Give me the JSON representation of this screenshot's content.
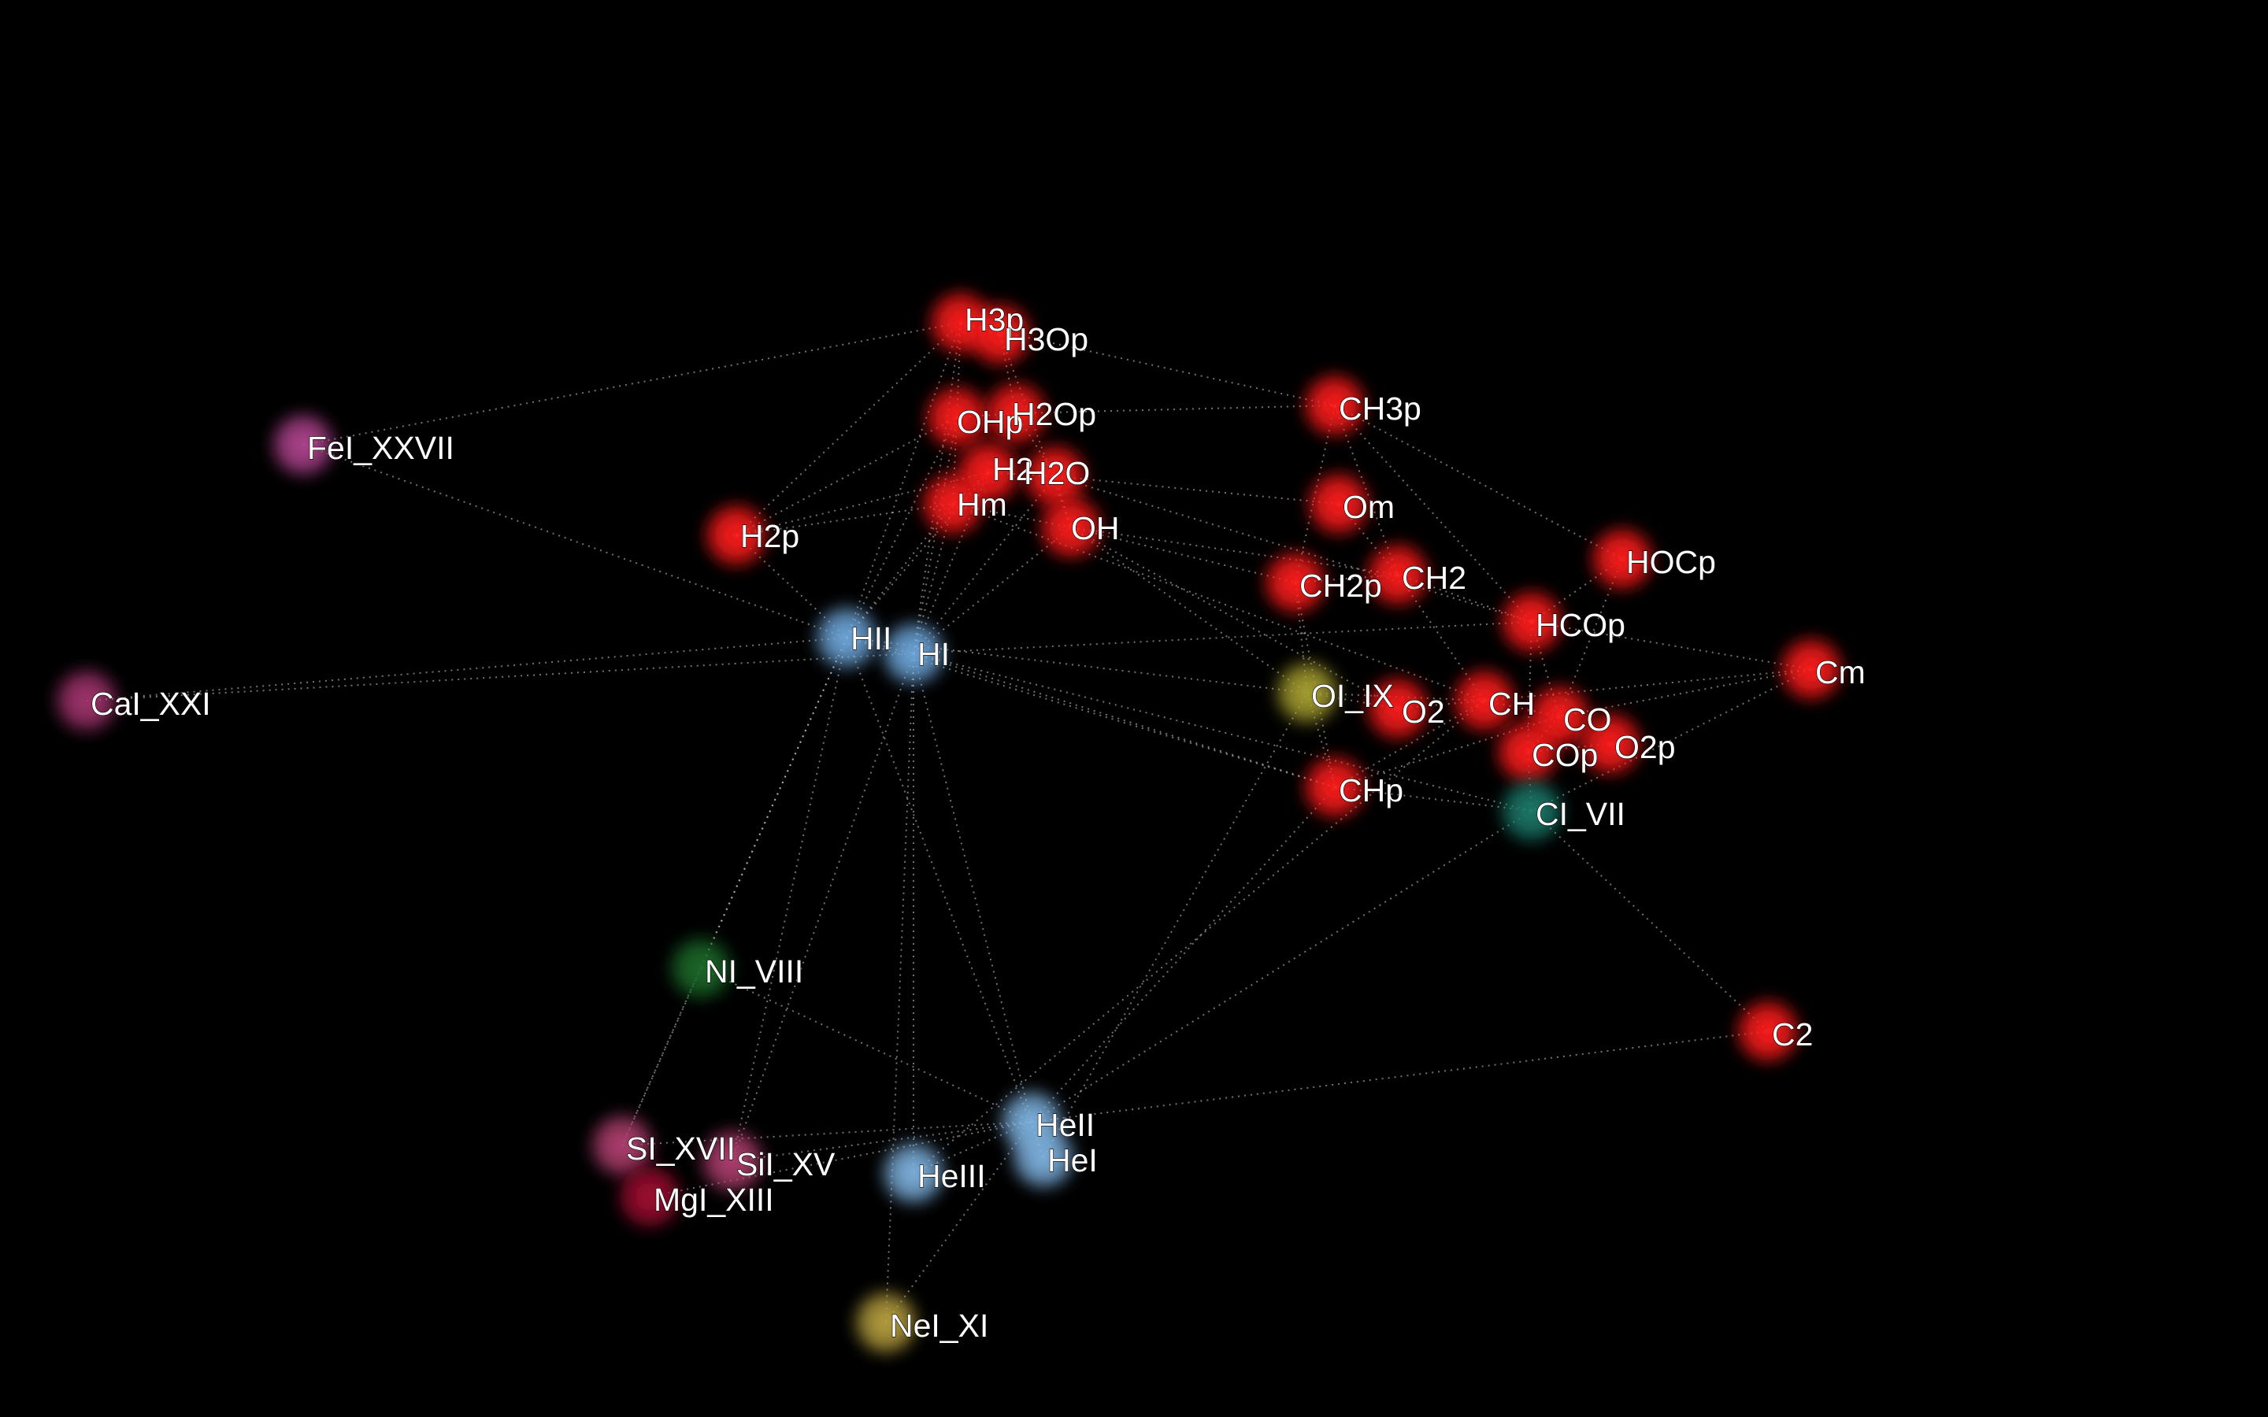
{
  "colors": {
    "background": "#000000",
    "molecule": "#ff1a1a",
    "hydrogen_ion": "#6fa8dc",
    "helium_ion": "#7fb3e0",
    "iron": "#b0448f",
    "calcium": "#a3366e",
    "silicon": "#b04070",
    "magnesium": "#a01030",
    "nitrogen": "#1a6b2a",
    "neon": "#b8a040",
    "oxygen_ion": "#a8a030",
    "carbon_ion": "#1a7a6a",
    "edge": "#ffffff"
  },
  "nodes": [
    {
      "id": "H3p",
      "label": "H3p",
      "group": "molecule"
    },
    {
      "id": "H3Op",
      "label": "H3Op",
      "group": "molecule"
    },
    {
      "id": "OHp",
      "label": "OHp",
      "group": "molecule"
    },
    {
      "id": "H2Op",
      "label": "H2Op",
      "group": "molecule"
    },
    {
      "id": "H2",
      "label": "H2",
      "group": "molecule"
    },
    {
      "id": "H2O",
      "label": "H2O",
      "group": "molecule"
    },
    {
      "id": "Hm",
      "label": "Hm",
      "group": "molecule"
    },
    {
      "id": "OH",
      "label": "OH",
      "group": "molecule"
    },
    {
      "id": "H2p",
      "label": "H2p",
      "group": "molecule"
    },
    {
      "id": "HII",
      "label": "HII",
      "group": "hydrogen_ion"
    },
    {
      "id": "HI",
      "label": "HI",
      "group": "hydrogen_ion"
    },
    {
      "id": "FeI_XXVII",
      "label": "FeI_XXVII",
      "group": "iron"
    },
    {
      "id": "CaI_XXI",
      "label": "CaI_XXI",
      "group": "calcium"
    },
    {
      "id": "CH3p",
      "label": "CH3p",
      "group": "molecule"
    },
    {
      "id": "Om",
      "label": "Om",
      "group": "molecule"
    },
    {
      "id": "CH2p",
      "label": "CH2p",
      "group": "molecule"
    },
    {
      "id": "CH2",
      "label": "CH2",
      "group": "molecule"
    },
    {
      "id": "HOCp",
      "label": "HOCp",
      "group": "molecule"
    },
    {
      "id": "HCOp",
      "label": "HCOp",
      "group": "molecule"
    },
    {
      "id": "Cm",
      "label": "Cm",
      "group": "molecule"
    },
    {
      "id": "OI_IX",
      "label": "OI_IX",
      "group": "oxygen_ion"
    },
    {
      "id": "O2",
      "label": "O2",
      "group": "molecule"
    },
    {
      "id": "CH",
      "label": "CH",
      "group": "molecule"
    },
    {
      "id": "CO",
      "label": "CO",
      "group": "molecule"
    },
    {
      "id": "COp",
      "label": "COp",
      "group": "molecule"
    },
    {
      "id": "O2p",
      "label": "O2p",
      "group": "molecule"
    },
    {
      "id": "CHp",
      "label": "CHp",
      "group": "molecule"
    },
    {
      "id": "CI_VII",
      "label": "CI_VII",
      "group": "carbon_ion"
    },
    {
      "id": "NI_VIII",
      "label": "NI_VIII",
      "group": "nitrogen"
    },
    {
      "id": "C2",
      "label": "C2",
      "group": "molecule"
    },
    {
      "id": "SI_XVII",
      "label": "SI_XVII",
      "group": "silicon"
    },
    {
      "id": "SiI_XV",
      "label": "SiI_XV",
      "group": "silicon"
    },
    {
      "id": "MgI_XIII",
      "label": "MgI_XIII",
      "group": "magnesium"
    },
    {
      "id": "HeII",
      "label": "HeII",
      "group": "helium_ion"
    },
    {
      "id": "HeI",
      "label": "HeI",
      "group": "helium_ion"
    },
    {
      "id": "HeIII",
      "label": "HeIII",
      "group": "helium_ion"
    },
    {
      "id": "NeI_XI",
      "label": "NeI_XI",
      "group": "neon"
    }
  ],
  "edges": [
    [
      "FeI_XXVII",
      "H3p"
    ],
    [
      "FeI_XXVII",
      "HII"
    ],
    [
      "CaI_XXI",
      "HII"
    ],
    [
      "CaI_XXI",
      "HI"
    ],
    [
      "H2p",
      "H3p"
    ],
    [
      "H2p",
      "OHp"
    ],
    [
      "H2p",
      "Hm"
    ],
    [
      "H2p",
      "HII"
    ],
    [
      "H2p",
      "H2"
    ],
    [
      "HII",
      "H3p"
    ],
    [
      "HII",
      "OHp"
    ],
    [
      "HII",
      "Hm"
    ],
    [
      "HII",
      "H2"
    ],
    [
      "HII",
      "HI"
    ],
    [
      "HI",
      "H3p"
    ],
    [
      "HI",
      "OHp"
    ],
    [
      "HI",
      "Hm"
    ],
    [
      "HI",
      "H2"
    ],
    [
      "HI",
      "OH"
    ],
    [
      "HI",
      "H2O"
    ],
    [
      "H3p",
      "H3Op"
    ],
    [
      "H3p",
      "OHp"
    ],
    [
      "H3Op",
      "H2Op"
    ],
    [
      "OHp",
      "H2Op"
    ],
    [
      "OHp",
      "Hm"
    ],
    [
      "H2Op",
      "H2O"
    ],
    [
      "H2",
      "Hm"
    ],
    [
      "H2",
      "H2O"
    ],
    [
      "H2O",
      "OH"
    ],
    [
      "Hm",
      "OH"
    ],
    [
      "H3Op",
      "OH"
    ],
    [
      "H3p",
      "CH3p"
    ],
    [
      "H2Op",
      "CH3p"
    ],
    [
      "H2O",
      "Om"
    ],
    [
      "OH",
      "CH2p"
    ],
    [
      "OH",
      "CH2"
    ],
    [
      "H2O",
      "HCOp"
    ],
    [
      "OH",
      "OI_IX"
    ],
    [
      "OH",
      "O2"
    ],
    [
      "Hm",
      "CH"
    ],
    [
      "CH3p",
      "CH2p"
    ],
    [
      "CH3p",
      "HOCp"
    ],
    [
      "CH3p",
      "HCOp"
    ],
    [
      "CH3p",
      "CH2"
    ],
    [
      "Om",
      "CH2"
    ],
    [
      "CH2p",
      "CH2"
    ],
    [
      "CH2p",
      "OI_IX"
    ],
    [
      "CH2p",
      "CHp"
    ],
    [
      "CH2",
      "CH"
    ],
    [
      "CH2",
      "HCOp"
    ],
    [
      "HOCp",
      "HCOp"
    ],
    [
      "HOCp",
      "CO"
    ],
    [
      "HCOp",
      "CO"
    ],
    [
      "HCOp",
      "COp"
    ],
    [
      "HCOp",
      "Cm"
    ],
    [
      "Cm",
      "CH"
    ],
    [
      "Cm",
      "CO"
    ],
    [
      "Cm",
      "CI_VII"
    ],
    [
      "OI_IX",
      "O2"
    ],
    [
      "OI_IX",
      "CH"
    ],
    [
      "OI_IX",
      "CHp"
    ],
    [
      "O2",
      "CH"
    ],
    [
      "CH",
      "CO"
    ],
    [
      "CO",
      "COp"
    ],
    [
      "COp",
      "O2p"
    ],
    [
      "CHp",
      "CH"
    ],
    [
      "CHp",
      "CO"
    ],
    [
      "CHp",
      "CI_VII"
    ],
    [
      "CI_VII",
      "COp"
    ],
    [
      "CI_VII",
      "C2"
    ],
    [
      "HII",
      "OI_IX"
    ],
    [
      "HII",
      "CHp"
    ],
    [
      "HI",
      "CHp"
    ],
    [
      "HI",
      "CI_VII"
    ],
    [
      "HI",
      "HCOp"
    ],
    [
      "HII",
      "NI_VIII"
    ],
    [
      "HII",
      "SI_XVII"
    ],
    [
      "HII",
      "SiI_XV"
    ],
    [
      "HI",
      "SiI_XV"
    ],
    [
      "HI",
      "HeII"
    ],
    [
      "HI",
      "HeIII"
    ],
    [
      "HII",
      "HeI"
    ],
    [
      "HI",
      "NeI_XI"
    ],
    [
      "NI_VIII",
      "SI_XVII"
    ],
    [
      "NI_VIII",
      "HeII"
    ],
    [
      "SI_XVII",
      "HeII"
    ],
    [
      "SiI_XV",
      "HeII"
    ],
    [
      "MgI_XIII",
      "HeII"
    ],
    [
      "HeIII",
      "HeII"
    ],
    [
      "HeI",
      "HeII"
    ],
    [
      "NeI_XI",
      "HeII"
    ],
    [
      "HeII",
      "CHp"
    ],
    [
      "HeII",
      "CI_VII"
    ],
    [
      "HeI",
      "OI_IX"
    ],
    [
      "HeII",
      "C2"
    ],
    [
      "HeIII",
      "CH"
    ]
  ]
}
